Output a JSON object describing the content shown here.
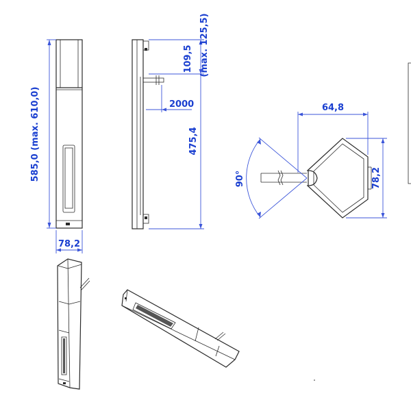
{
  "colors": {
    "dimension": "#1a3fd0",
    "outline": "#2a2a2a"
  },
  "front_view": {
    "height_label": "585,0 (max. 610,0)",
    "width_label": "78,2"
  },
  "side_view": {
    "top_label": "109,5",
    "top_max_label": "(max. 125,5)",
    "arm_label": "2000",
    "lower_label": "475,4"
  },
  "top_view": {
    "depth_label": "64,8",
    "width_label": "78,2",
    "angle_label": "90°"
  }
}
